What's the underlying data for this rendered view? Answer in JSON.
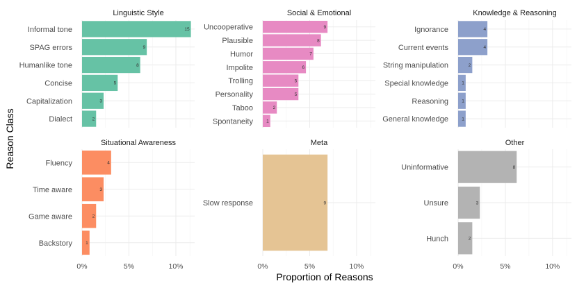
{
  "chart_data": {
    "type": "bar",
    "orientation": "horizontal",
    "xlabel": "Proportion of Reasons",
    "ylabel": "Reason Class",
    "xlim": [
      0,
      0.12
    ],
    "xticks": [
      0,
      0.05,
      0.1
    ],
    "xtick_labels": [
      "0%",
      "5%",
      "10%"
    ],
    "grid": true,
    "panels": [
      {
        "title": "Linguistic Style",
        "color": "#66c2a5",
        "categories": [
          "Informal tone",
          "SPAG errors",
          "Humanlike tone",
          "Concise",
          "Capitalization",
          "Dialect"
        ],
        "values": [
          0.116,
          0.069,
          0.062,
          0.038,
          0.023,
          0.015
        ],
        "counts": [
          "15",
          "9",
          "8",
          "5",
          "3",
          "2"
        ]
      },
      {
        "title": "Social & Emotional",
        "color": "#e78ac3",
        "categories": [
          "Uncooperative",
          "Plausible",
          "Humor",
          "Impolite",
          "Trolling",
          "Personality",
          "Taboo",
          "Spontaneity"
        ],
        "values": [
          0.069,
          0.062,
          0.054,
          0.046,
          0.038,
          0.038,
          0.015,
          0.008
        ],
        "counts": [
          "9",
          "8",
          "7",
          "6",
          "5",
          "5",
          "2",
          "1"
        ]
      },
      {
        "title": "Knowledge & Reasoning",
        "color": "#8da0cb",
        "categories": [
          "Ignorance",
          "Current events",
          "String manipulation",
          "Special knowledge",
          "Reasoning",
          "General knowledge"
        ],
        "values": [
          0.031,
          0.031,
          0.015,
          0.008,
          0.008,
          0.008
        ],
        "counts": [
          "4",
          "4",
          "2",
          "1",
          "1",
          "1"
        ]
      },
      {
        "title": "Situational Awareness",
        "color": "#fc8d62",
        "categories": [
          "Fluency",
          "Time aware",
          "Game aware",
          "Backstory"
        ],
        "values": [
          0.031,
          0.023,
          0.015,
          0.008
        ],
        "counts": [
          "4",
          "3",
          "2",
          "1"
        ]
      },
      {
        "title": "Meta",
        "color": "#e5c494",
        "categories": [
          "Slow response"
        ],
        "values": [
          0.069
        ],
        "counts": [
          "9"
        ]
      },
      {
        "title": "Other",
        "color": "#b3b3b3",
        "categories": [
          "Uninformative",
          "Unsure",
          "Hunch"
        ],
        "values": [
          0.062,
          0.023,
          0.015
        ],
        "counts": [
          "8",
          "3",
          "2"
        ]
      }
    ]
  }
}
